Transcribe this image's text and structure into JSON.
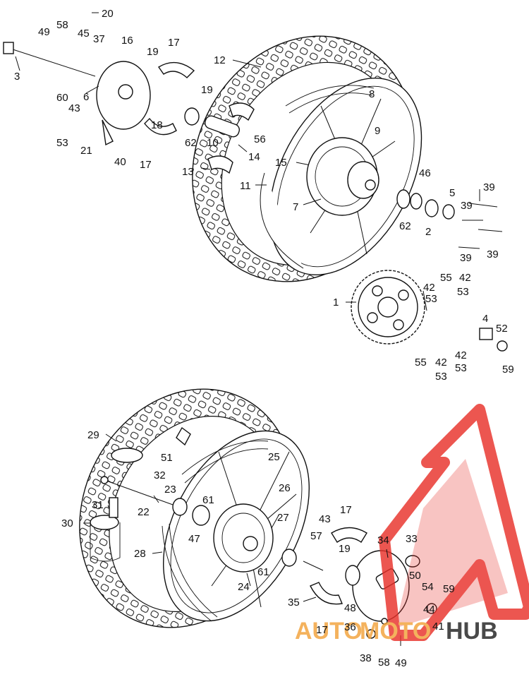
{
  "watermark": {
    "brand_part1": "AUTO",
    "brand_part2": "MOTO",
    "brand_part3": "HUB",
    "color_primary": "#e8312a",
    "color_secondary": "#f2a23a",
    "color_dark": "#222222"
  },
  "callouts": {
    "c1": "1",
    "c2": "2",
    "c3": "3",
    "c4": "4",
    "c5": "5",
    "c6": "6",
    "c7": "7",
    "c8": "8",
    "c9": "9",
    "c10": "10",
    "c11": "11",
    "c12": "12",
    "c13": "13",
    "c14": "14",
    "c15": "15",
    "c16": "16",
    "c17a": "17",
    "c17b": "17",
    "c17c": "17",
    "c17d": "17",
    "c18": "18",
    "c19a": "19",
    "c19b": "19",
    "c19c": "19",
    "c20": "20",
    "c21": "21",
    "c22": "22",
    "c23": "23",
    "c24": "24",
    "c25": "25",
    "c26": "26",
    "c27": "27",
    "c28": "28",
    "c29": "29",
    "c30": "30",
    "c31": "31",
    "c32": "32",
    "c33": "33",
    "c34": "34",
    "c35": "35",
    "c36": "36",
    "c37": "37",
    "c38": "38",
    "c39a": "39",
    "c39b": "39",
    "c39c": "39",
    "c39d": "39",
    "c40": "40",
    "c41": "41",
    "c42a": "42",
    "c42b": "42",
    "c42c": "42",
    "c42d": "42",
    "c43a": "43",
    "c43b": "43",
    "c44": "44",
    "c45": "45",
    "c46": "46",
    "c47": "47",
    "c48": "48",
    "c49a": "49",
    "c49b": "49",
    "c50": "50",
    "c51": "51",
    "c52": "52",
    "c53a": "53",
    "c53b": "53",
    "c53c": "53",
    "c53d": "53",
    "c53e": "53",
    "c54": "54",
    "c55a": "55",
    "c55b": "55",
    "c56": "56",
    "c57": "57",
    "c58a": "58",
    "c58b": "58",
    "c59a": "59",
    "c59b": "59",
    "c60": "60",
    "c61a": "61",
    "c61b": "61",
    "c62a": "62",
    "c62b": "62"
  }
}
